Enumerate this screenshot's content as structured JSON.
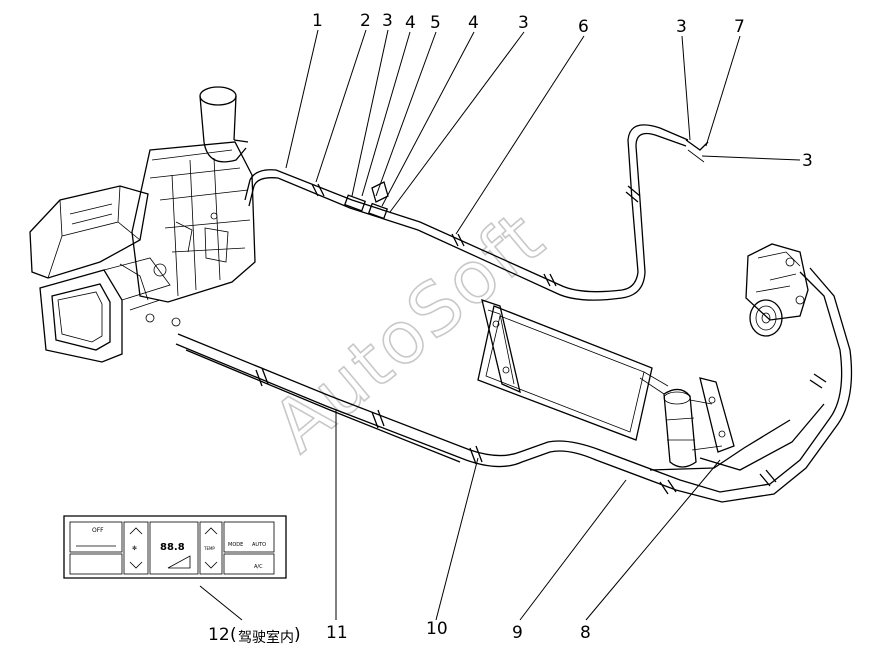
{
  "watermark": "AutoSoft",
  "callouts": {
    "c1": "1",
    "c2": "2",
    "c3a": "3",
    "c4a": "4",
    "c5": "5",
    "c4b": "4",
    "c3b": "3",
    "c6": "6",
    "c3c": "3",
    "c7": "7",
    "c3d": "3",
    "c12": "12",
    "c12_paren_open": "(",
    "c12_cn": "驾驶室内",
    "c12_paren_close": ")",
    "c11": "11",
    "c10": "10",
    "c9": "9",
    "c8": "8"
  },
  "control_panel": {
    "off_label": "OFF",
    "display_value": "88.8",
    "temp_label": "TEMP",
    "mode_label": "MODE",
    "auto_label": "AUTO",
    "ac_label": "A/C"
  }
}
